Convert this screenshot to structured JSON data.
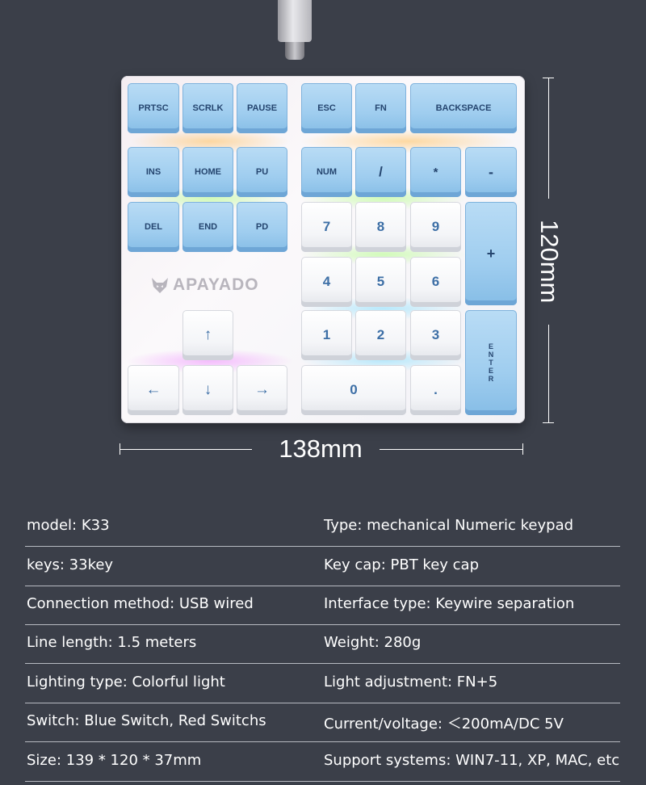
{
  "brand": {
    "name": "APAYADO"
  },
  "dimensions": {
    "width": "138mm",
    "height": "120mm"
  },
  "keys": {
    "prtsc": "PRTSC",
    "scrlk": "SCRLK",
    "pause": "PAUSE",
    "esc": "ESC",
    "fn": "FN",
    "backspace": "BACKSPACE",
    "ins": "INS",
    "home": "HOME",
    "pu": "PU",
    "num": "NUM",
    "slash": "/",
    "star": "*",
    "minus": "-",
    "del": "DEL",
    "end": "END",
    "pd": "PD",
    "k7": "7",
    "k8": "8",
    "k9": "9",
    "plus": "+",
    "k4": "4",
    "k5": "5",
    "k6": "6",
    "k1": "1",
    "k2": "2",
    "k3": "3",
    "enter": "ENTER",
    "k0": "0",
    "dot": ".",
    "up": "↑",
    "left": "←",
    "down": "↓",
    "right": "→"
  },
  "specs": [
    {
      "left": "model: K33",
      "right": "Type: mechanical Numeric keypad"
    },
    {
      "left": "keys: 33key",
      "right": "Key cap: PBT  key cap"
    },
    {
      "left": "Connection method: USB wired",
      "right": "Interface type: Keywire separation"
    },
    {
      "left": "Line length: 1.5 meters",
      "right": "Weight: 280g"
    },
    {
      "left": "Lighting type: Colorful light",
      "right": "Light adjustment: FN+5"
    },
    {
      "left": "Switch: Blue Switch, Red Switchs",
      "right": "Current/voltage: ＜200mA/DC 5V"
    },
    {
      "left": "Size: 139 * 120 * 37mm",
      "right": "Support systems: WIN7-11, XP, MAC, etc"
    }
  ]
}
